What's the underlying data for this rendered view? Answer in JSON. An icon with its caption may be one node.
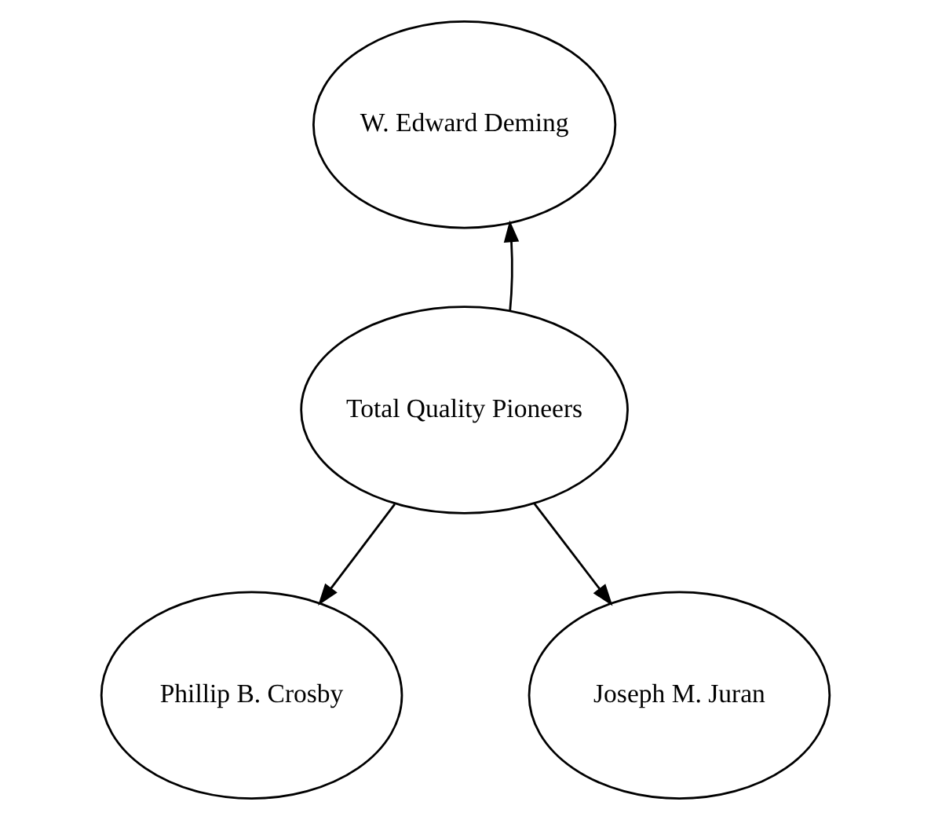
{
  "diagram": {
    "nodes": [
      {
        "text": [
          "W. Edward Deming"
        ]
      },
      {
        "text": [
          "Total Quality Pioneers"
        ]
      },
      {
        "text": [
          "Phillip B. Crosby"
        ]
      },
      {
        "text": [
          "Joseph M. Juran"
        ]
      }
    ],
    "edges": [
      {
        "from": 1,
        "to": 0,
        "arrow": "to"
      },
      {
        "from": 1,
        "to": 2,
        "arrow": "to"
      },
      {
        "from": 1,
        "to": 3,
        "arrow": "to"
      }
    ]
  }
}
